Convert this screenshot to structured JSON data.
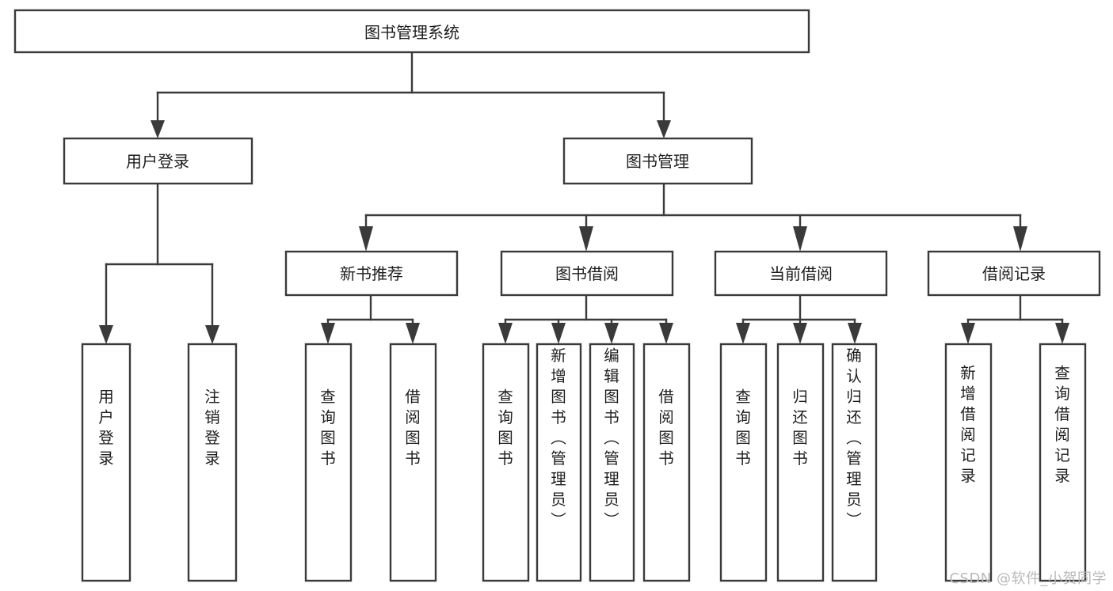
{
  "diagram": {
    "title": "图书管理系统",
    "type": "tree",
    "orientation": "top-down",
    "colors": {
      "box_fill": "#ffffff",
      "box_stroke": "#3a3a3a",
      "text": "#1d1d1d",
      "background": "#ffffff",
      "watermark": "#b9b9b9"
    },
    "root": {
      "label": "图书管理系统"
    },
    "level2": [
      {
        "label": "用户登录"
      },
      {
        "label": "图书管理"
      }
    ],
    "level3": [
      {
        "label": "新书推荐"
      },
      {
        "label": "图书借阅"
      },
      {
        "label": "当前借阅"
      },
      {
        "label": "借阅记录"
      }
    ],
    "leaves": {
      "user_login": [
        {
          "label": "用户登录"
        },
        {
          "label": "注销登录"
        }
      ],
      "new_book_recommend": [
        {
          "label": "查询图书"
        },
        {
          "label": "借阅图书"
        }
      ],
      "book_borrow": [
        {
          "label": "查询图书"
        },
        {
          "label": "新增图书（管理员）"
        },
        {
          "label": "编辑图书（管理员）"
        },
        {
          "label": "借阅图书"
        }
      ],
      "current_borrow": [
        {
          "label": "查询图书"
        },
        {
          "label": "归还图书"
        },
        {
          "label": "确认归还（管理员）"
        }
      ],
      "borrow_record": [
        {
          "label": "新增借阅记录"
        },
        {
          "label": "查询借阅记录"
        }
      ]
    }
  },
  "watermark": {
    "text": "CSDN @软件_小贺同学"
  }
}
